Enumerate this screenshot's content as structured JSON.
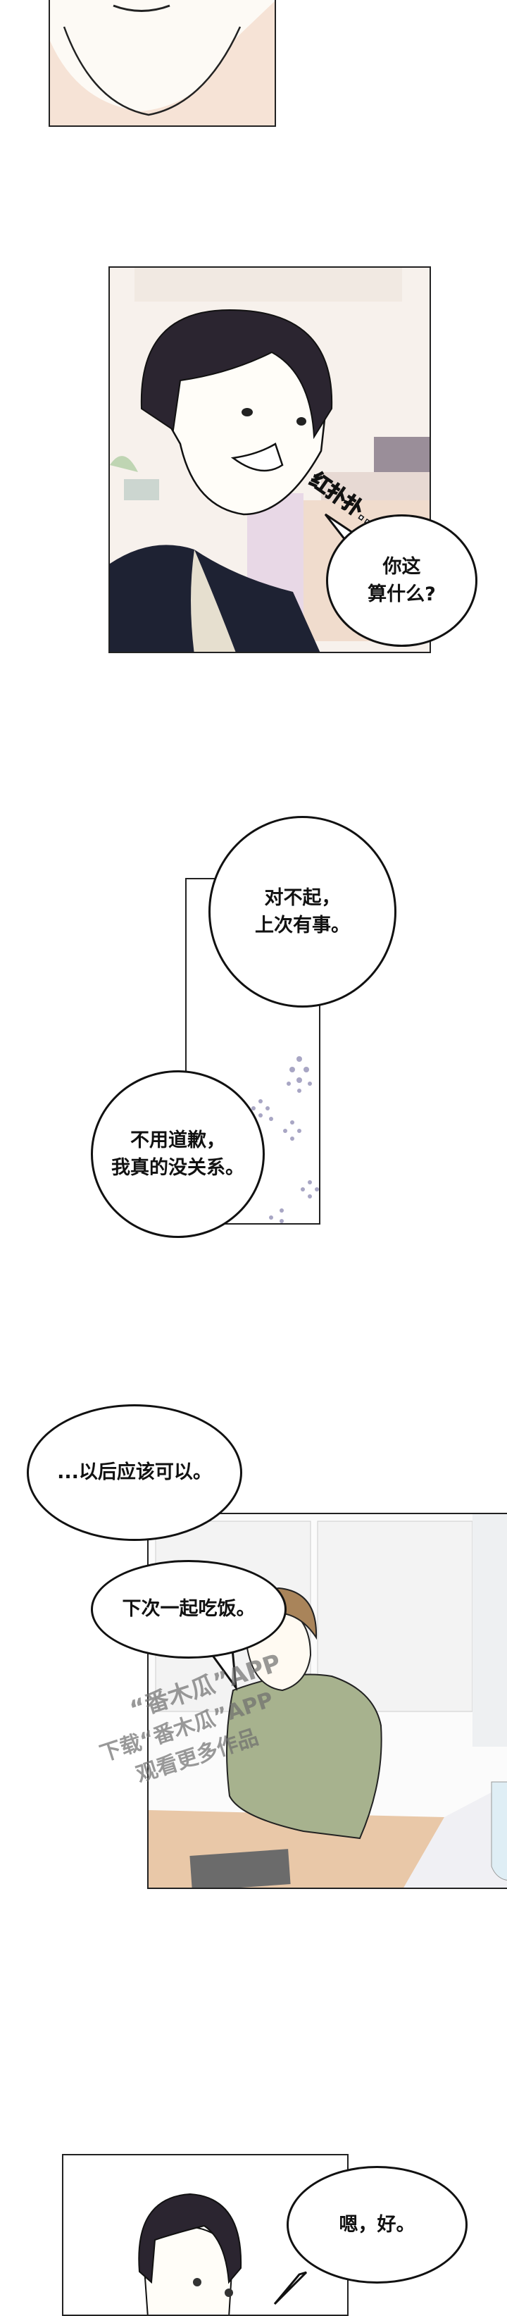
{
  "panels": [
    {
      "id": "panel-1",
      "bubbles": []
    },
    {
      "id": "panel-2",
      "sfx": "红扑扑...",
      "bubbles": [
        {
          "text": "你这\n算什么?"
        }
      ]
    },
    {
      "id": "panel-3",
      "bubbles": [
        {
          "text": "对不起，\n上次有事。"
        },
        {
          "text": "不用道歉，\n我真的没关系。"
        }
      ]
    },
    {
      "id": "panel-5",
      "bubbles": [
        {
          "text": "...以后应该可以。"
        },
        {
          "text": "下次一起吃饭。"
        }
      ]
    },
    {
      "id": "panel-6",
      "bubbles": [
        {
          "text": "嗯，好。"
        }
      ]
    }
  ],
  "watermark": {
    "line1": "“番木瓜”APP",
    "line2": "下载“番木瓜”APP",
    "line3": "观看更多作品"
  },
  "colors": {
    "ink": "#111111",
    "hair_dark": "#2b2530",
    "hair_brown": "#a9845a",
    "sweater_green": "#a7b28e",
    "jacket_navy": "#1e2233",
    "table": "#e9c8a8"
  }
}
